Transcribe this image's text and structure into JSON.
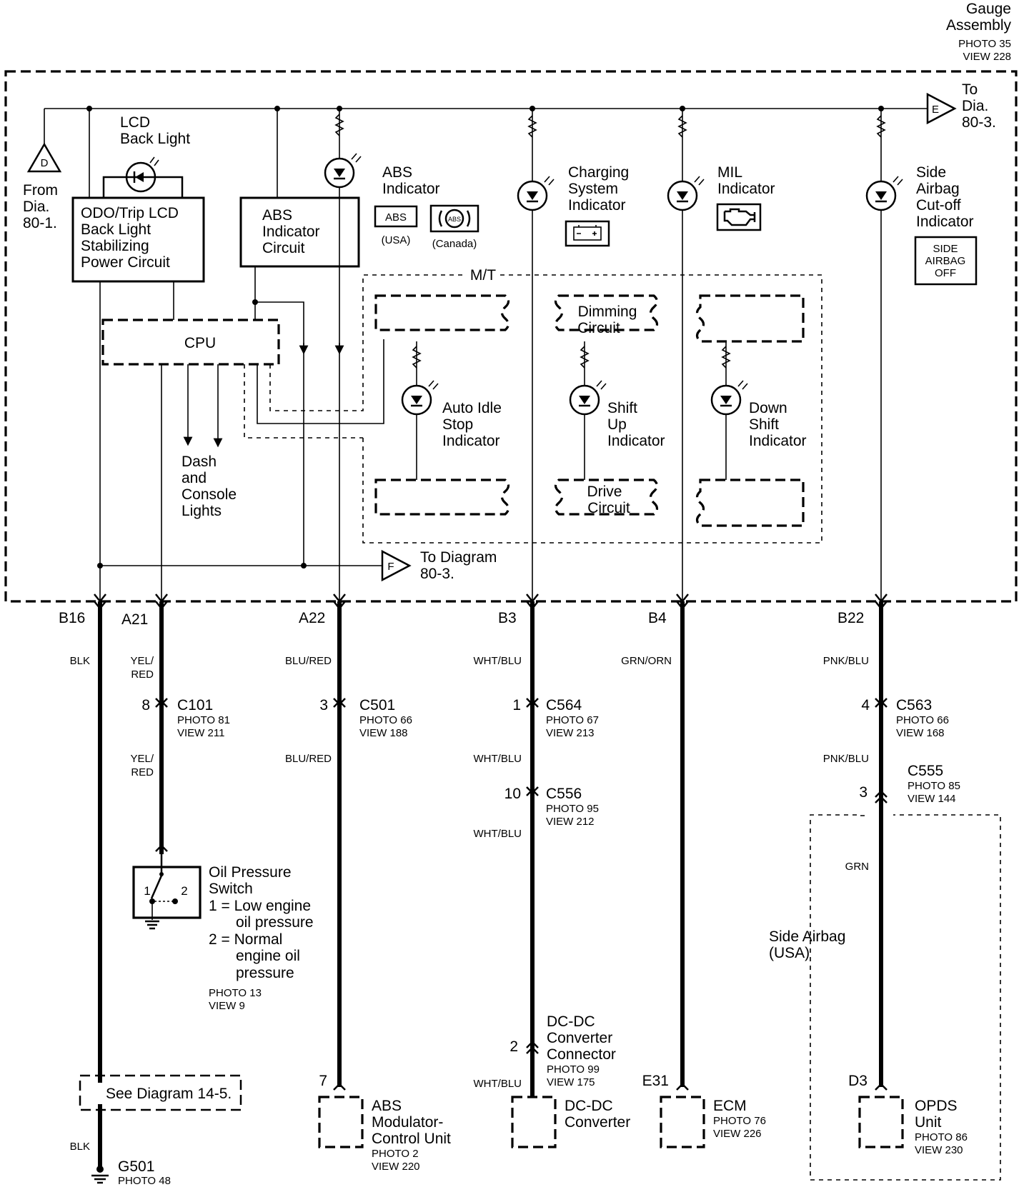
{
  "assembly": {
    "title": [
      "Gauge",
      "Assembly"
    ],
    "photo": "PHOTO 35",
    "view": "VIEW 228"
  },
  "refs": {
    "from_d": {
      "letter": "D",
      "text": [
        "From",
        "Dia.",
        "80-1."
      ]
    },
    "to_e": {
      "letter": "E",
      "text": [
        "To",
        "Dia.",
        "80-3."
      ]
    },
    "to_f": {
      "letter": "F",
      "text": [
        "To Diagram",
        "80-3."
      ]
    }
  },
  "blocks": {
    "lcd_backlight": [
      "LCD",
      "Back Light"
    ],
    "odo_circuit": [
      "ODO/Trip LCD",
      "Back Light",
      "Stabilizing",
      "Power Circuit"
    ],
    "abs_circuit": [
      "ABS",
      "Indicator",
      "Circuit"
    ],
    "cpu": "CPU",
    "dash_lights": [
      "Dash",
      "and",
      "Console",
      "Lights"
    ],
    "mt": "M/T",
    "dimming": [
      "Dimming",
      "Circuit"
    ],
    "drive": [
      "Drive",
      "Circuit"
    ]
  },
  "indicators": {
    "abs": {
      "label": [
        "ABS",
        "Indicator"
      ],
      "usa_symbol": "ABS",
      "usa": "(USA)",
      "canada_symbol": "ABS",
      "canada": "(Canada)"
    },
    "charging": [
      "Charging",
      "System",
      "Indicator"
    ],
    "mil": [
      "MIL",
      "Indicator"
    ],
    "side_airbag": {
      "label": [
        "Side",
        "Airbag",
        "Cut-off",
        "Indicator"
      ],
      "symbol": [
        "SIDE",
        "AIRBAG",
        "OFF"
      ]
    },
    "auto_idle": [
      "Auto Idle",
      "Stop",
      "Indicator"
    ],
    "shift_up": [
      "Shift",
      "Up",
      "Indicator"
    ],
    "down_shift": [
      "Down",
      "Shift",
      "Indicator"
    ]
  },
  "pins": [
    "B16",
    "A21",
    "A22",
    "B3",
    "B4",
    "B22"
  ],
  "wires": {
    "blk": "BLK",
    "yel_red": [
      "YEL/",
      "RED"
    ],
    "blu_red": "BLU/RED",
    "wht_blu": "WHT/BLU",
    "grn_orn": "GRN/ORN",
    "pnk_blu": "PNK/BLU",
    "grn": "GRN"
  },
  "connectors": {
    "c101": {
      "pin": "8",
      "name": "C101",
      "photo": "PHOTO 81",
      "view": "VIEW 211"
    },
    "c501": {
      "pin": "3",
      "name": "C501",
      "photo": "PHOTO 66",
      "view": "VIEW 188"
    },
    "c564": {
      "pin": "1",
      "name": "C564",
      "photo": "PHOTO 67",
      "view": "VIEW 213"
    },
    "c556": {
      "pin": "10",
      "name": "C556",
      "photo": "PHOTO 95",
      "view": "VIEW 212"
    },
    "c563": {
      "pin": "4",
      "name": "C563",
      "photo": "PHOTO 66",
      "view": "VIEW 168"
    },
    "c555": {
      "pin": "3",
      "name": "C555",
      "photo": "PHOTO 85",
      "view": "VIEW 144"
    },
    "dcdc": {
      "pin": "2",
      "name": [
        "DC-DC",
        "Converter",
        "Connector"
      ],
      "photo": "PHOTO 99",
      "view": "VIEW 175"
    }
  },
  "oil_switch": {
    "title": [
      "Oil Pressure",
      "Switch"
    ],
    "p1": "1",
    "p2": "2",
    "note1": [
      "1 = Low engine",
      "oil pressure"
    ],
    "note2": [
      "2 = Normal",
      "engine oil",
      "pressure"
    ],
    "photo": "PHOTO 13",
    "view": "VIEW 9"
  },
  "see_diagram": "See Diagram 14-5.",
  "side_airbag_usa": [
    "Side Airbag",
    "(USA)"
  ],
  "components": {
    "abs_mod": {
      "pin": "7",
      "name": [
        "ABS",
        "Modulator-",
        "Control Unit"
      ],
      "photo": "PHOTO 2",
      "view": "VIEW 220"
    },
    "dcdc_conv": {
      "name": [
        "DC-DC",
        "Converter"
      ]
    },
    "ecm": {
      "pin": "E31",
      "name": "ECM",
      "photo": "PHOTO 76",
      "view": "VIEW 226"
    },
    "opds": {
      "pin": "D3",
      "name": [
        "OPDS",
        "Unit"
      ],
      "photo": "PHOTO 86",
      "view": "VIEW 230"
    },
    "ground": {
      "name": "G501",
      "photo": "PHOTO 48"
    }
  }
}
